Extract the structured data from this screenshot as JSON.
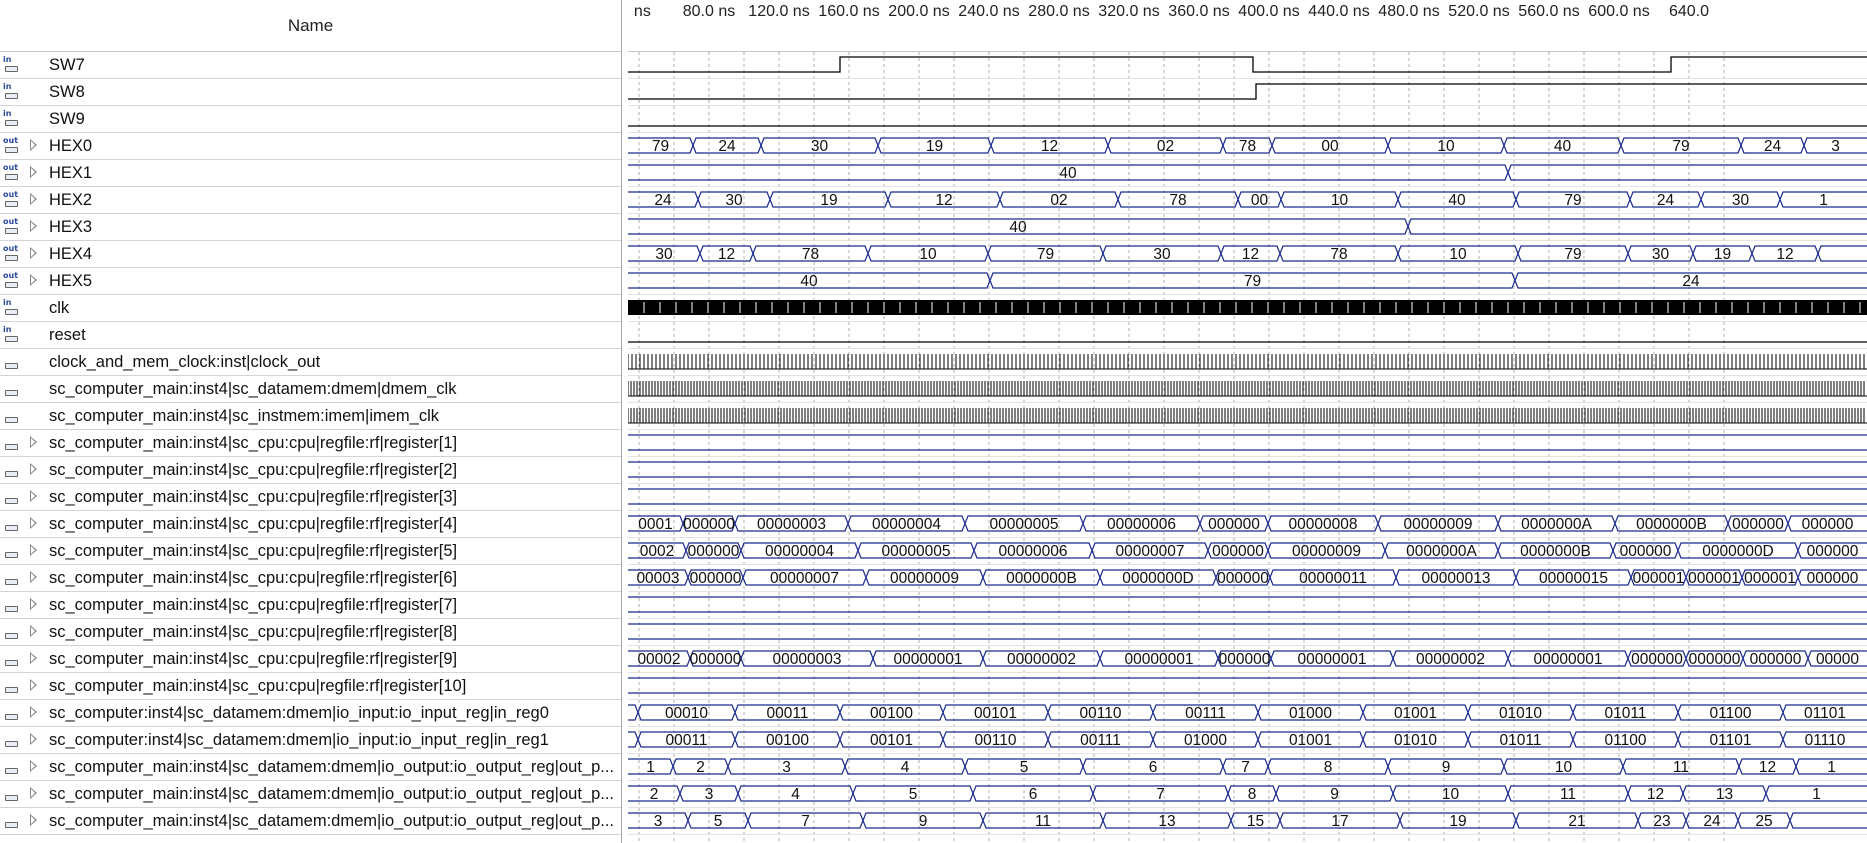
{
  "header": {
    "name_column": "Name"
  },
  "ruler_ticks": [
    "ns",
    "80.0 ns",
    "120.0 ns",
    "160.0 ns",
    "200.0 ns",
    "240.0 ns",
    "280.0 ns",
    "320.0 ns",
    "360.0 ns",
    "400.0 ns",
    "440.0 ns",
    "480.0 ns",
    "520.0 ns",
    "560.0 ns",
    "600.0 ns",
    "640.0"
  ],
  "signals": [
    {
      "name": "SW7",
      "io": "in",
      "expandable": false,
      "kind": "bit",
      "levels": [
        0,
        1,
        0,
        1
      ],
      "edges": [
        212,
        625,
        1043
      ]
    },
    {
      "name": "SW8",
      "io": "in",
      "expandable": false,
      "kind": "bit",
      "levels": [
        0,
        1
      ],
      "edges": [
        628
      ]
    },
    {
      "name": "SW9",
      "io": "in",
      "expandable": false,
      "kind": "bit",
      "levels": [
        0
      ],
      "edges": []
    },
    {
      "name": "HEX0",
      "io": "out",
      "expandable": true,
      "kind": "bus",
      "segments": [
        [
          "79",
          0,
          65
        ],
        [
          "24",
          65,
          133
        ],
        [
          "30",
          133,
          250
        ],
        [
          "19",
          250,
          363
        ],
        [
          "12",
          363,
          480
        ],
        [
          "02",
          480,
          595
        ],
        [
          "78",
          595,
          644
        ],
        [
          "00",
          644,
          760
        ],
        [
          "10",
          760,
          876
        ],
        [
          "40",
          876,
          993
        ],
        [
          "79",
          993,
          1113
        ],
        [
          "24",
          1113,
          1176
        ],
        [
          "3",
          1176,
          1239
        ]
      ]
    },
    {
      "name": "HEX1",
      "io": "out",
      "expandable": true,
      "kind": "bus",
      "segments": [
        [
          "40",
          0,
          880
        ],
        [
          "",
          880,
          1239
        ]
      ]
    },
    {
      "name": "HEX2",
      "io": "out",
      "expandable": true,
      "kind": "bus",
      "segments": [
        [
          "24",
          0,
          70
        ],
        [
          "30",
          70,
          142
        ],
        [
          "19",
          142,
          260
        ],
        [
          "12",
          260,
          372
        ],
        [
          "02",
          372,
          490
        ],
        [
          "78",
          490,
          610
        ],
        [
          "00",
          610,
          653
        ],
        [
          "10",
          653,
          770
        ],
        [
          "40",
          770,
          888
        ],
        [
          "79",
          888,
          1002
        ],
        [
          "24",
          1002,
          1073
        ],
        [
          "30",
          1073,
          1152
        ],
        [
          "1",
          1152,
          1239
        ]
      ]
    },
    {
      "name": "HEX3",
      "io": "out",
      "expandable": true,
      "kind": "bus",
      "segments": [
        [
          "40",
          0,
          780
        ],
        [
          "",
          780,
          1239
        ]
      ]
    },
    {
      "name": "HEX4",
      "io": "out",
      "expandable": true,
      "kind": "bus",
      "segments": [
        [
          "30",
          0,
          72
        ],
        [
          "12",
          72,
          125
        ],
        [
          "78",
          125,
          240
        ],
        [
          "10",
          240,
          360
        ],
        [
          "79",
          360,
          475
        ],
        [
          "30",
          475,
          593
        ],
        [
          "12",
          593,
          652
        ],
        [
          "78",
          652,
          770
        ],
        [
          "10",
          770,
          890
        ],
        [
          "79",
          890,
          1000
        ],
        [
          "30",
          1000,
          1065
        ],
        [
          "19",
          1065,
          1124
        ],
        [
          "12",
          1124,
          1190
        ],
        [
          "",
          1190,
          1239
        ]
      ]
    },
    {
      "name": "HEX5",
      "io": "out",
      "expandable": true,
      "kind": "bus",
      "segments": [
        [
          "40",
          0,
          362
        ],
        [
          "79",
          362,
          887
        ],
        [
          "24",
          887,
          1239
        ]
      ]
    },
    {
      "name": "clk",
      "io": "in",
      "expandable": false,
      "kind": "clock",
      "period": 16
    },
    {
      "name": "reset",
      "io": "in",
      "expandable": false,
      "kind": "bit",
      "levels": [
        0
      ],
      "edges": []
    },
    {
      "name": "clock_and_mem_clock:inst|clock_out",
      "io": "node",
      "expandable": false,
      "kind": "clock",
      "period": 4
    },
    {
      "name": "sc_computer_main:inst4|sc_datamem:dmem|dmem_clk",
      "io": "clk",
      "expandable": false,
      "kind": "clock",
      "period": 3
    },
    {
      "name": "sc_computer_main:inst4|sc_instmem:imem|imem_clk",
      "io": "clk",
      "expandable": false,
      "kind": "clock",
      "period": 3
    },
    {
      "name": "sc_computer_main:inst4|sc_cpu:cpu|regfile:rf|register[1]",
      "io": "node",
      "expandable": true,
      "kind": "bus",
      "segments": [
        [
          "",
          0,
          1239
        ]
      ]
    },
    {
      "name": "sc_computer_main:inst4|sc_cpu:cpu|regfile:rf|register[2]",
      "io": "node",
      "expandable": true,
      "kind": "bus",
      "segments": [
        [
          "",
          0,
          1239
        ]
      ]
    },
    {
      "name": "sc_computer_main:inst4|sc_cpu:cpu|regfile:rf|register[3]",
      "io": "node",
      "expandable": true,
      "kind": "bus",
      "segments": [
        [
          "",
          0,
          1239
        ]
      ]
    },
    {
      "name": "sc_computer_main:inst4|sc_cpu:cpu|regfile:rf|register[4]",
      "io": "node",
      "expandable": true,
      "kind": "bus",
      "segments": [
        [
          "0001",
          0,
          55
        ],
        [
          "000000",
          55,
          107
        ],
        [
          "00000003",
          107,
          220
        ],
        [
          "00000004",
          220,
          337
        ],
        [
          "00000005",
          337,
          455
        ],
        [
          "00000006",
          455,
          572
        ],
        [
          "000000",
          572,
          640
        ],
        [
          "00000008",
          640,
          750
        ],
        [
          "00000009",
          750,
          870
        ],
        [
          "0000000A",
          870,
          987
        ],
        [
          "0000000B",
          987,
          1100
        ],
        [
          "000000",
          1100,
          1160
        ],
        [
          "000000",
          1160,
          1239
        ]
      ]
    },
    {
      "name": "sc_computer_main:inst4|sc_cpu:cpu|regfile:rf|register[5]",
      "io": "node",
      "expandable": true,
      "kind": "bus",
      "segments": [
        [
          "0002",
          0,
          58
        ],
        [
          "000000",
          58,
          113
        ],
        [
          "00000004",
          113,
          230
        ],
        [
          "00000005",
          230,
          346
        ],
        [
          "00000006",
          346,
          464
        ],
        [
          "00000007",
          464,
          580
        ],
        [
          "000000",
          580,
          640
        ],
        [
          "00000009",
          640,
          757
        ],
        [
          "0000000A",
          757,
          870
        ],
        [
          "0000000B",
          870,
          985
        ],
        [
          "000000",
          985,
          1050
        ],
        [
          "0000000D",
          1050,
          1170
        ],
        [
          "000000",
          1170,
          1239
        ]
      ]
    },
    {
      "name": "sc_computer_main:inst4|sc_cpu:cpu|regfile:rf|register[6]",
      "io": "node",
      "expandable": true,
      "kind": "bus",
      "segments": [
        [
          "00003",
          0,
          60
        ],
        [
          "000000",
          60,
          115
        ],
        [
          "00000007",
          115,
          238
        ],
        [
          "00000009",
          238,
          355
        ],
        [
          "0000000B",
          355,
          472
        ],
        [
          "0000000D",
          472,
          588
        ],
        [
          "000000",
          588,
          642
        ],
        [
          "00000011",
          642,
          768
        ],
        [
          "00000013",
          768,
          888
        ],
        [
          "00000015",
          888,
          1003
        ],
        [
          "000001",
          1003,
          1058
        ],
        [
          "000001",
          1058,
          1114
        ],
        [
          "000001",
          1114,
          1170
        ],
        [
          "000000",
          1170,
          1239
        ]
      ]
    },
    {
      "name": "sc_computer_main:inst4|sc_cpu:cpu|regfile:rf|register[7]",
      "io": "node",
      "expandable": true,
      "kind": "bus",
      "segments": [
        [
          "",
          0,
          1239
        ]
      ]
    },
    {
      "name": "sc_computer_main:inst4|sc_cpu:cpu|regfile:rf|register[8]",
      "io": "node",
      "expandable": true,
      "kind": "bus",
      "segments": [
        [
          "",
          0,
          1239
        ]
      ]
    },
    {
      "name": "sc_computer_main:inst4|sc_cpu:cpu|regfile:rf|register[9]",
      "io": "node",
      "expandable": true,
      "kind": "bus",
      "segments": [
        [
          "00002",
          0,
          62
        ],
        [
          "000000",
          62,
          113
        ],
        [
          "00000003",
          113,
          245
        ],
        [
          "00000001",
          245,
          355
        ],
        [
          "00000002",
          355,
          472
        ],
        [
          "00000001",
          472,
          590
        ],
        [
          "000000",
          590,
          643
        ],
        [
          "00000001",
          643,
          765
        ],
        [
          "00000002",
          765,
          880
        ],
        [
          "00000001",
          880,
          1000
        ],
        [
          "000000",
          1000,
          1058
        ],
        [
          "000000",
          1058,
          1115
        ],
        [
          "000000",
          1115,
          1180
        ],
        [
          "00000",
          1180,
          1239
        ]
      ]
    },
    {
      "name": "sc_computer_main:inst4|sc_cpu:cpu|regfile:rf|register[10]",
      "io": "node",
      "expandable": true,
      "kind": "bus",
      "segments": [
        [
          "",
          0,
          1239
        ]
      ]
    },
    {
      "name": "sc_computer:inst4|sc_datamem:dmem|io_input:io_input_reg|in_reg0",
      "io": "node",
      "expandable": true,
      "kind": "bus",
      "segments": [
        [
          "",
          0,
          10
        ],
        [
          "00010",
          10,
          107
        ],
        [
          "00011",
          107,
          212
        ],
        [
          "00100",
          212,
          315
        ],
        [
          "00101",
          315,
          420
        ],
        [
          "00110",
          420,
          525
        ],
        [
          "00111",
          525,
          630
        ],
        [
          "01000",
          630,
          735
        ],
        [
          "01001",
          735,
          840
        ],
        [
          "01010",
          840,
          945
        ],
        [
          "01011",
          945,
          1050
        ],
        [
          "01100",
          1050,
          1155
        ],
        [
          "01101",
          1155,
          1239
        ]
      ]
    },
    {
      "name": "sc_computer:inst4|sc_datamem:dmem|io_input:io_input_reg|in_reg1",
      "io": "node",
      "expandable": true,
      "kind": "bus",
      "segments": [
        [
          "",
          0,
          10
        ],
        [
          "00011",
          10,
          107
        ],
        [
          "00100",
          107,
          212
        ],
        [
          "00101",
          212,
          315
        ],
        [
          "00110",
          315,
          420
        ],
        [
          "00111",
          420,
          525
        ],
        [
          "01000",
          525,
          630
        ],
        [
          "01001",
          630,
          735
        ],
        [
          "01010",
          735,
          840
        ],
        [
          "01011",
          840,
          945
        ],
        [
          "01100",
          945,
          1050
        ],
        [
          "01101",
          1050,
          1155
        ],
        [
          "01110",
          1155,
          1239
        ]
      ]
    },
    {
      "name": "sc_computer_main:inst4|sc_datamem:dmem|io_output:io_output_reg|out_p...",
      "io": "node",
      "expandable": true,
      "kind": "bus",
      "segments": [
        [
          "1",
          0,
          45
        ],
        [
          "2",
          45,
          100
        ],
        [
          "3",
          100,
          217
        ],
        [
          "4",
          217,
          337
        ],
        [
          "5",
          337,
          455
        ],
        [
          "6",
          455,
          595
        ],
        [
          "7",
          595,
          640
        ],
        [
          "8",
          640,
          760
        ],
        [
          "9",
          760,
          876
        ],
        [
          "10",
          876,
          995
        ],
        [
          "11",
          995,
          1111
        ],
        [
          "12",
          1111,
          1168
        ],
        [
          "1",
          1168,
          1239
        ]
      ]
    },
    {
      "name": "sc_computer_main:inst4|sc_datamem:dmem|io_output:io_output_reg|out_p...",
      "io": "node",
      "expandable": true,
      "kind": "bus",
      "segments": [
        [
          "2",
          0,
          52
        ],
        [
          "3",
          52,
          110
        ],
        [
          "4",
          110,
          225
        ],
        [
          "5",
          225,
          345
        ],
        [
          "6",
          345,
          465
        ],
        [
          "7",
          465,
          600
        ],
        [
          "8",
          600,
          648
        ],
        [
          "9",
          648,
          765
        ],
        [
          "10",
          765,
          880
        ],
        [
          "11",
          880,
          1000
        ],
        [
          "12",
          1000,
          1055
        ],
        [
          "13",
          1055,
          1138
        ],
        [
          "1",
          1138,
          1239
        ]
      ]
    },
    {
      "name": "sc_computer_main:inst4|sc_datamem:dmem|io_output:io_output_reg|out_p...",
      "io": "node",
      "expandable": true,
      "kind": "bus",
      "segments": [
        [
          "3",
          0,
          60
        ],
        [
          "5",
          60,
          120
        ],
        [
          "7",
          120,
          235
        ],
        [
          "9",
          235,
          355
        ],
        [
          "11",
          355,
          475
        ],
        [
          "13",
          475,
          603
        ],
        [
          "15",
          603,
          652
        ],
        [
          "17",
          652,
          772
        ],
        [
          "19",
          772,
          888
        ],
        [
          "21",
          888,
          1010
        ],
        [
          "23",
          1010,
          1058
        ],
        [
          "24",
          1058,
          1110
        ],
        [
          "25",
          1110,
          1162
        ],
        [
          "",
          1162,
          1239
        ]
      ]
    }
  ],
  "colors": {
    "bus": "#1a2a8c",
    "bit": "#000000",
    "clock": "#000000",
    "grid": "#b0b0b0"
  }
}
